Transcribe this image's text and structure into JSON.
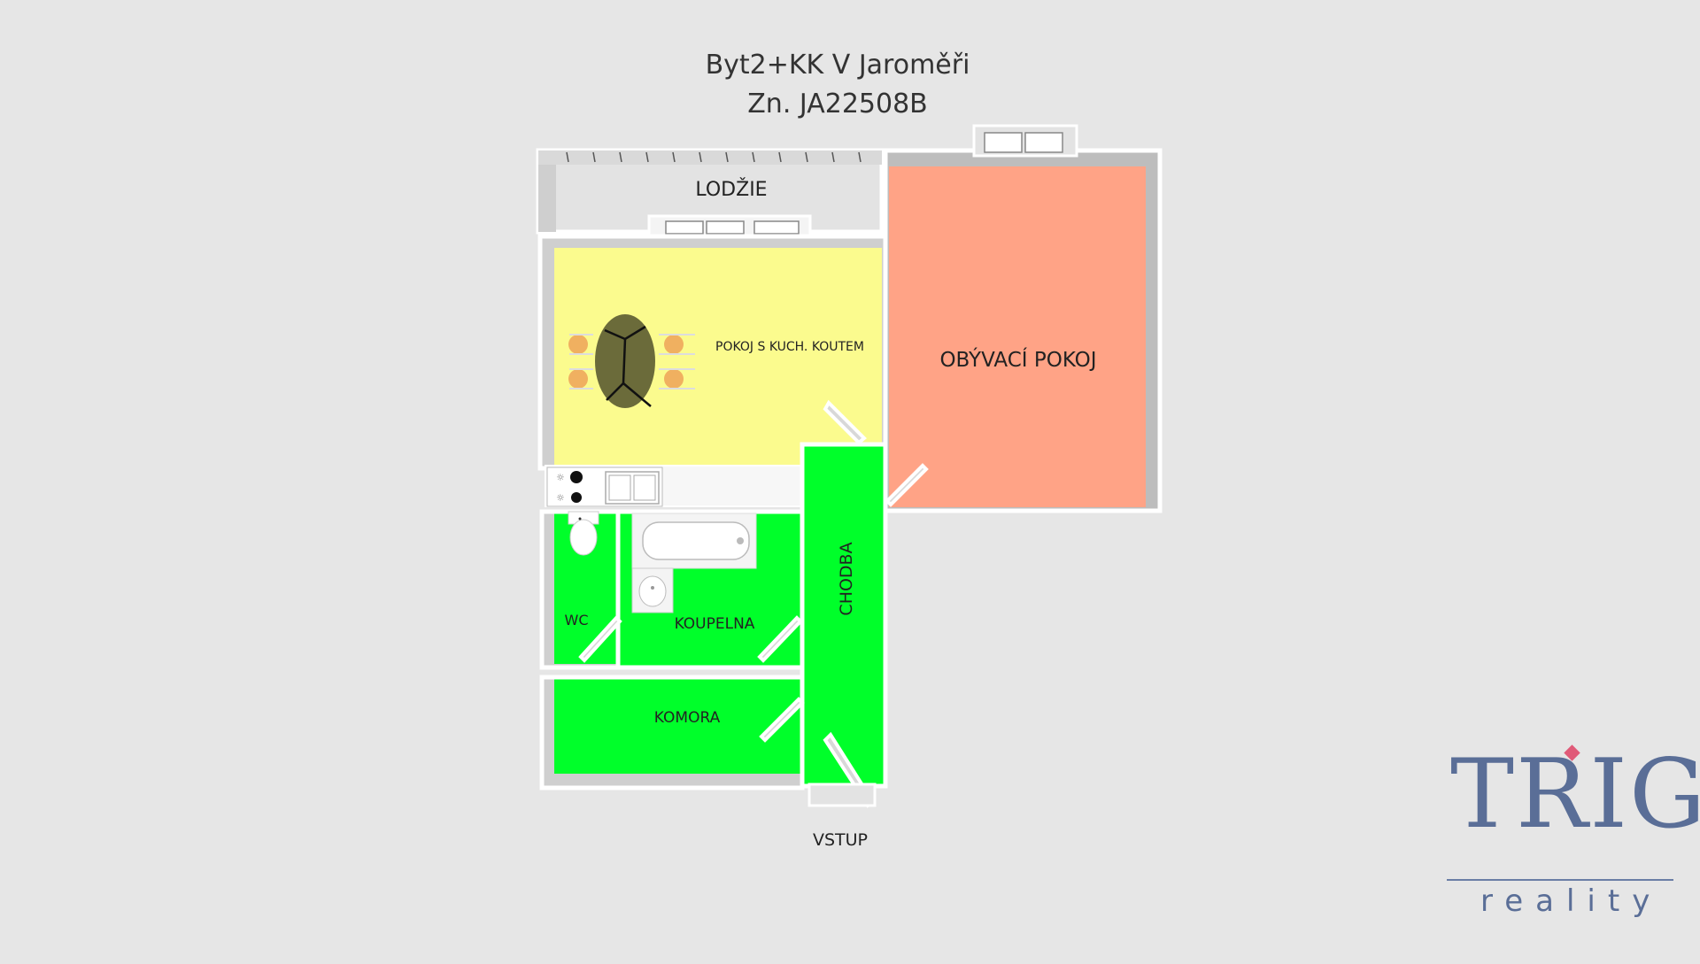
{
  "title": {
    "line1": "Byt2+KK V Jaroměři",
    "line2": "Zn. JA22508B"
  },
  "rooms": {
    "lodzie": "LODŽIE",
    "pokoj_kuch": "POKOJ S KUCH. KOUTEM",
    "obyvaci": "OBÝVACÍ POKOJ",
    "chodba": "CHODBA",
    "wc": "WC",
    "koupelna": "KOUPELNA",
    "komora": "KOMORA",
    "vstup": "VSTUP"
  },
  "logo": {
    "word": "TRIGA",
    "sub": "reality"
  },
  "colors": {
    "background": "#e6e6e6",
    "kitchen_room": "#fbfb8e",
    "living_room": "#ffa386",
    "wet_rooms": "#00ff2a",
    "walls": "#ffffff",
    "wall_shade": "#bdbdbd",
    "table": "#6b6b3a",
    "chairs": "#f0b060",
    "logo_blue": "#5a6e97",
    "logo_accent": "#e05a78"
  }
}
